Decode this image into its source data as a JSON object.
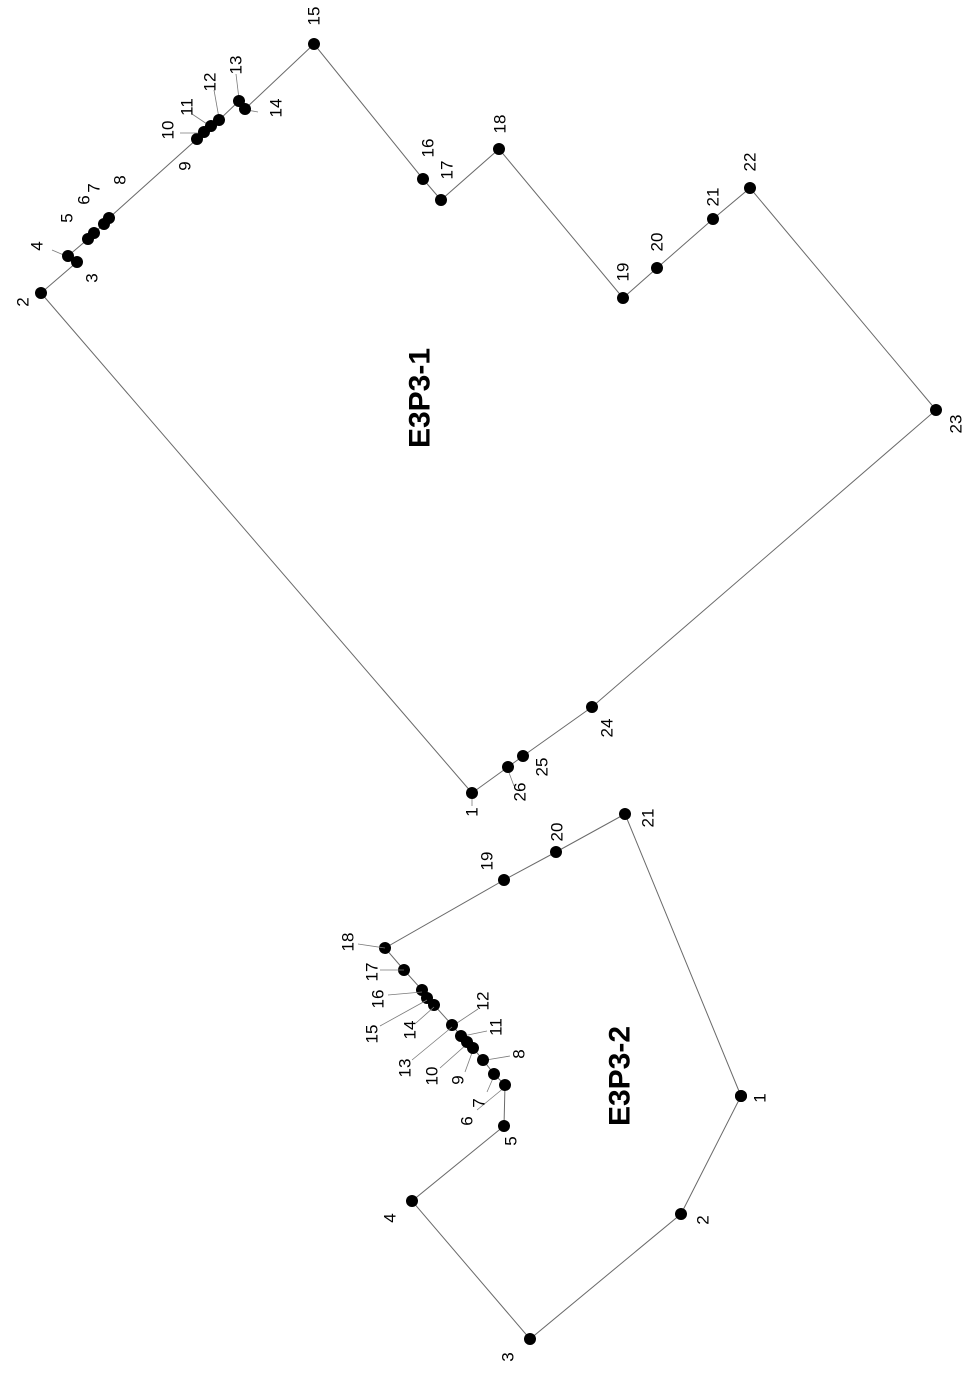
{
  "parcels": [
    {
      "name": "E3P3-1",
      "vertex_labels": [
        "1",
        "2",
        "3",
        "4",
        "5",
        "6",
        "7",
        "8",
        "9",
        "10",
        "11",
        "12",
        "13",
        "14",
        "15",
        "16",
        "17",
        "18",
        "19",
        "20",
        "21",
        "22",
        "23",
        "24",
        "25",
        "26"
      ]
    },
    {
      "name": "E3P3-2",
      "vertex_labels": [
        "1",
        "2",
        "3",
        "4",
        "5",
        "6",
        "7",
        "8",
        "9",
        "10",
        "11",
        "12",
        "13",
        "14",
        "15",
        "16",
        "17",
        "18",
        "19",
        "20",
        "21"
      ]
    }
  ],
  "colors": {
    "edge": "#6a6a6a",
    "vertex": "#000000",
    "text": "#000000"
  }
}
